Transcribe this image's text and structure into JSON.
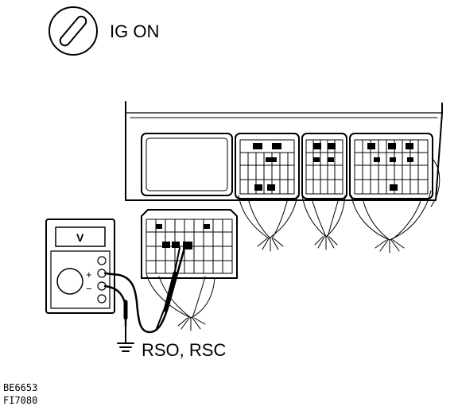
{
  "status": {
    "ignition_label": "IG ON",
    "ignition_icon": "ignition-key-icon"
  },
  "meter": {
    "display_unit": "V",
    "plus_sign": "+",
    "minus_sign": "−",
    "icon": "multimeter-icon"
  },
  "probe": {
    "terminal_label": "RSO, RSC",
    "ground_icon": "ground-symbol-icon"
  },
  "figure_codes": {
    "code_1": "BE6653",
    "code_2": "FI7080"
  },
  "colors": {
    "ink": "#000000",
    "paper": "#ffffff"
  }
}
